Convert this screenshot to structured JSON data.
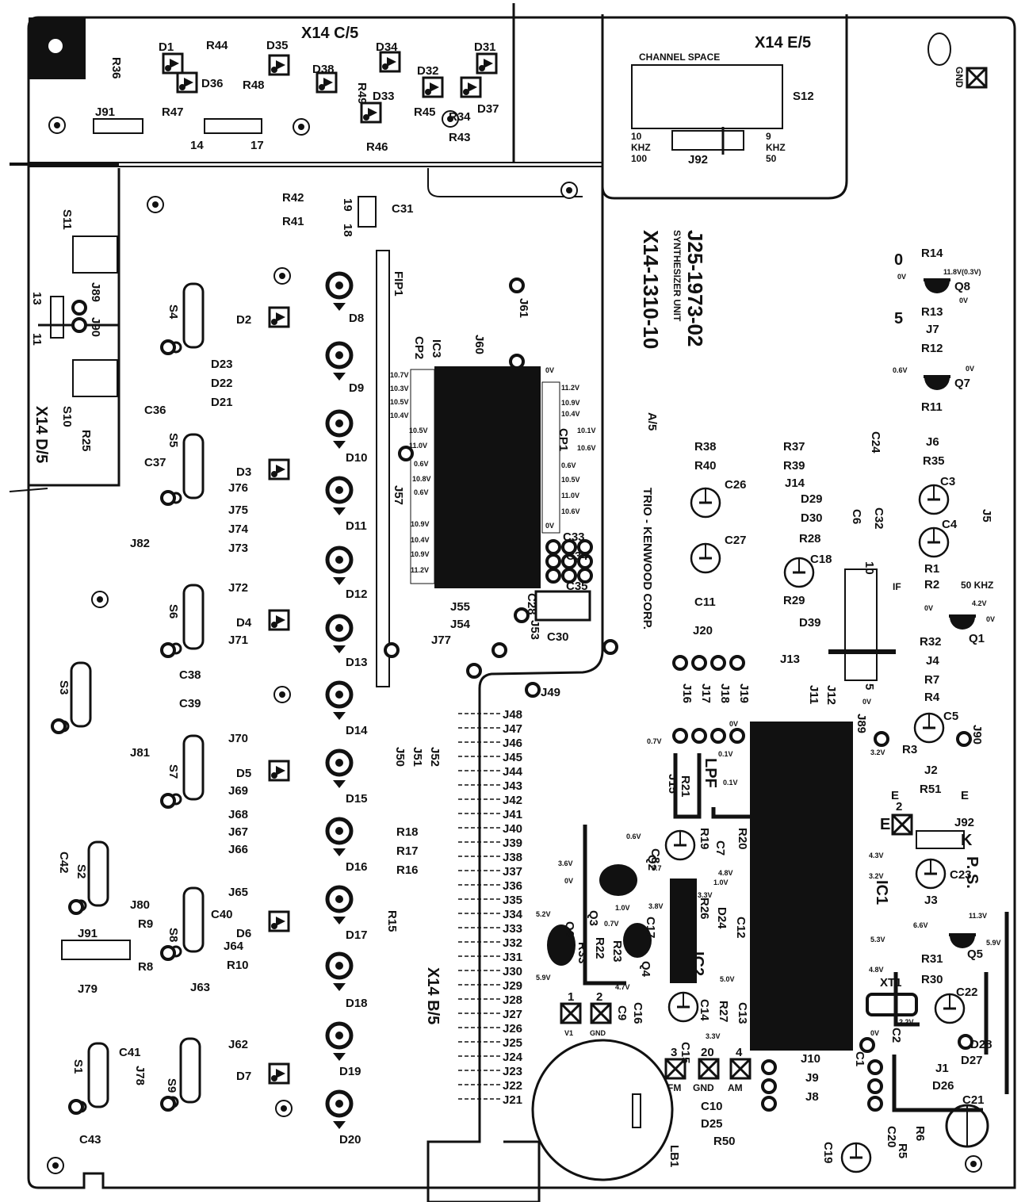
{
  "sections": {
    "c": "X14 C/5",
    "e": "X14 E/5",
    "d": "X14 D/5",
    "a": "A/5",
    "b": "X14   B/5"
  },
  "unit": {
    "part_no": "J25-1973-02",
    "name": "SYNTHESIZER UNIT",
    "board_no": "X14-1310-10",
    "maker": "TRIO - KENWOOD CORP."
  },
  "channel_space": {
    "title": "CHANNEL SPACE",
    "switch": "S12",
    "left_top": "10",
    "left_mid": "KHZ",
    "left_bot": "100",
    "right_top": "9",
    "right_mid": "KHZ",
    "right_bot": "50",
    "jumper": "J92"
  },
  "gnd": "GND",
  "terminals": [
    {
      "num": "1",
      "label": "V1"
    },
    {
      "num": "2",
      "label": "GND"
    },
    {
      "num": "3",
      "label": "FM"
    },
    {
      "num": "20",
      "label": "GND"
    },
    {
      "num": "4",
      "label": "AM"
    }
  ],
  "labels": {
    "R44": "R44",
    "R36": "R36",
    "R47": "R47",
    "R48": "R48",
    "R49": "R49",
    "R45": "R45",
    "R34": "R34",
    "R43": "R43",
    "R46": "R46",
    "R42": "R42",
    "R41": "R41",
    "R14": "R14",
    "R13": "R13",
    "R12": "R12",
    "R11": "R11",
    "R38": "R38",
    "R40": "R40",
    "R37": "R37",
    "R39": "R39",
    "R35": "R35",
    "R28": "R28",
    "R29": "R29",
    "R1": "R1",
    "R2": "R2",
    "R32": "R32",
    "R7": "R7",
    "R4": "R4",
    "R3": "R3",
    "R51": "R51",
    "R21": "R21",
    "R19": "R19",
    "R20": "R20",
    "R26": "R26",
    "R22": "R22",
    "R23": "R23",
    "R33": "R33",
    "R27": "R27",
    "R31": "R31",
    "R30": "R30",
    "R18": "R18",
    "R17": "R17",
    "R16": "R16",
    "R15": "R15",
    "R9": "R9",
    "R8": "R8",
    "R10": "R10",
    "R25": "R25",
    "R50": "R50",
    "R5": "R5",
    "R6": "R6",
    "D1": "D1",
    "D35": "D35",
    "D34": "D34",
    "D31": "D31",
    "D36": "D36",
    "D38": "D38",
    "D32": "D32",
    "D33": "D33",
    "D37": "D37",
    "D2": "D2",
    "D23": "D23",
    "D22": "D22",
    "D21": "D21",
    "D3": "D3",
    "D4": "D4",
    "D5": "D5",
    "D6": "D6",
    "D7": "D7",
    "D8": "D8",
    "D9": "D9",
    "D10": "D10",
    "D11": "D11",
    "D12": "D12",
    "D13": "D13",
    "D14": "D14",
    "D15": "D15",
    "D16": "D16",
    "D17": "D17",
    "D18": "D18",
    "D19": "D19",
    "D20": "D20",
    "D29": "D29",
    "D30": "D30",
    "D39": "D39",
    "D24": "D24",
    "D25": "D25",
    "D28": "D28",
    "D27": "D27",
    "D26": "D26",
    "C31": "C31",
    "C36": "C36",
    "C37": "C37",
    "C38": "C38",
    "C39": "C39",
    "C40": "C40",
    "C41": "C41",
    "C42": "C42",
    "C43": "C43",
    "C24": "C24",
    "C26": "C26",
    "C27": "C27",
    "C3": "C3",
    "C4": "C4",
    "C6": "C6",
    "C32": "C32",
    "C18": "C18",
    "C11": "C11",
    "C33": "C33",
    "C34": "C34",
    "C35": "C35",
    "C28": "C28",
    "C30": "C30",
    "C5": "C5",
    "C23": "C23",
    "C22": "C22",
    "C21": "C21",
    "C8": "C8",
    "C7": "C7",
    "C12": "C12",
    "C17": "C17",
    "C16": "C16",
    "C9": "C9",
    "C14": "C14",
    "C13": "C13",
    "C15": "C15",
    "C10": "C10",
    "C19": "C19",
    "C20": "C20",
    "C1": "C1",
    "C2": "C2",
    "CP1": "CP1",
    "CP2": "CP2",
    "Q8": "Q8",
    "Q7": "Q7",
    "Q1": "Q1",
    "Q2": "Q2",
    "Q3": "Q3",
    "Q4": "Q4",
    "Q5": "Q5",
    "Q6": "Q6",
    "IC1": "IC1",
    "IC2": "IC2",
    "IC3": "IC3",
    "FIP1": "FIP1",
    "XT1": "XT1",
    "LPF": "LPF",
    "LB1": "LB1",
    "PS": "P. S.",
    "khz50": "50 KHZ",
    "IF": "IF",
    "S1": "S1",
    "S2": "S2",
    "S3": "S3",
    "S4": "S4",
    "S5": "S5",
    "S6": "S6",
    "S7": "S7",
    "S8": "S8",
    "S9": "S9",
    "S10": "S10",
    "S11": "S11",
    "J91a": "J91",
    "J91b": "J91",
    "J92b": "J92",
    "J89a": "J89",
    "J90a": "J90",
    "J89b": "J89",
    "J90b": "J90",
    "J61": "J61",
    "J60": "J60",
    "J57": "J57",
    "J55": "J55",
    "J54": "J54",
    "J53": "J53",
    "J77": "J77",
    "J49": "J49",
    "J82": "J82",
    "J81": "J81",
    "J80": "J80",
    "J79": "J79",
    "J78": "J78",
    "J76": "J76",
    "J75": "J75",
    "J74": "J74",
    "J73": "J73",
    "J72": "J72",
    "J71": "J71",
    "J70": "J70",
    "J69": "J69",
    "J68": "J68",
    "J67": "J67",
    "J66": "J66",
    "J65": "J65",
    "J64": "J64",
    "J63": "J63",
    "J62": "J62",
    "J50": "J50",
    "J51": "J51",
    "J52": "J52",
    "J20": "J20",
    "J14": "J14",
    "J13": "J13",
    "J7": "J7",
    "J6": "J6",
    "J5": "J5",
    "J4": "J4",
    "J3": "J3",
    "J2": "J2",
    "J1": "J1",
    "J15": "J15",
    "J16": "J16",
    "J17": "J17",
    "J18": "J18",
    "J19": "J19",
    "J11": "J11",
    "J12": "J12",
    "J10": "J10",
    "J9": "J9",
    "J8": "J8",
    "n14": "14",
    "n17": "17",
    "n19": "19",
    "n18": "18",
    "n13": "13",
    "n11": "11",
    "n0": "0",
    "n5": "5",
    "n10": "10",
    "n5b": "5",
    "E1": "E",
    "E2": "E",
    "E3": "E",
    "K": "K",
    "two": "2"
  },
  "connectors": [
    "J48",
    "J47",
    "J46",
    "J45",
    "J44",
    "J43",
    "J42",
    "J41",
    "J40",
    "J39",
    "J38",
    "J37",
    "J36",
    "J35",
    "J34",
    "J33",
    "J32",
    "J31",
    "J30",
    "J29",
    "J28",
    "J27",
    "J26",
    "J25",
    "J24",
    "J23",
    "J22",
    "J21"
  ],
  "voltages": {
    "ic3_left": [
      "10.7V",
      "10.3V",
      "10.5V",
      "10.4V",
      "10.5V",
      "11.0V",
      "0.6V",
      "10.8V",
      "0.6V",
      "10.9V",
      "10.4V",
      "10.9V",
      "11.2V"
    ],
    "ic3_right": [
      "0V",
      "11.2V",
      "10.9V",
      "10.4V",
      "10.1V",
      "10.6V",
      "0.6V",
      "10.5V",
      "11.0V",
      "10.6V",
      "0V"
    ],
    "q8_l": "0V",
    "q8_r": "11.8V(0.3V)",
    "q8_b": "0V",
    "q7_l": "0.6V",
    "q7_r": "0V",
    "q1_t": "4.2V",
    "q1_l": "0V",
    "q1_r": "0V",
    "q5_l": "6.6V",
    "q5_t": "11.3V",
    "q5_r": "5.9V",
    "q2_a": "0.6V",
    "q3_a": "3.6V",
    "q3_b": "0V",
    "q2_b": "3.7",
    "q3_c": "1.0V",
    "q4_a": "0.7V",
    "q4_b": "3.8V",
    "q6_a": "5.2V",
    "q6_b": "5.9V",
    "q4_c": "4.7V",
    "lpf_a": "0.7V",
    "lpf_b": "0.1V",
    "lpf_c": "0.1V",
    "lpf_d": "0V",
    "ic2_a": "4.8V",
    "ic2_b": "1.0V",
    "ic2_c": "3.3V",
    "ic2_d": "5.0V",
    "ic2_e": "3.3V",
    "ic1_a": "4.3V",
    "ic1_b": "3.2V",
    "ic1_c": "5.3V",
    "ic1_d": "4.8V",
    "ic1_e": "2.2V",
    "ic1_f": "0V",
    "ic1_g": "0V",
    "ic1_h": "3.2V"
  }
}
